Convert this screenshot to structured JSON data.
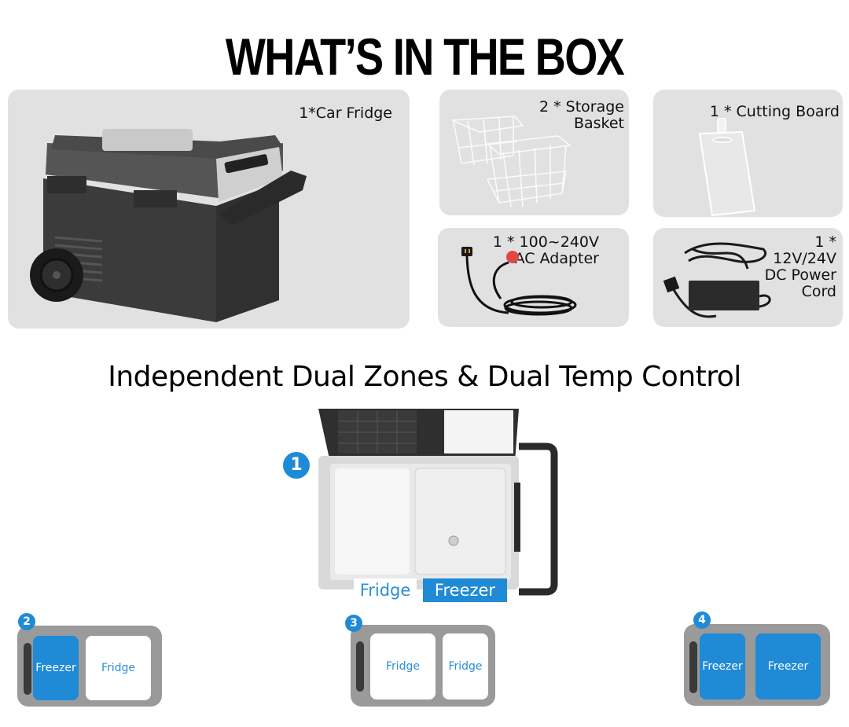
{
  "header": {
    "title": "WHAT’S IN THE BOX"
  },
  "box_items": [
    {
      "label": "1*Car Fridge",
      "icon": "car-fridge-image"
    },
    {
      "label_lines": [
        "2 * Storage",
        "Basket"
      ],
      "icon": "storage-basket-image"
    },
    {
      "label": "1 * Cutting Board",
      "icon": "cutting-board-image"
    },
    {
      "label_lines": [
        "1 * 100~240V",
        "AC Adapter"
      ],
      "icon": "ac-adapter-image"
    },
    {
      "label_lines": [
        "1 *",
        "12V/24V",
        "DC Power",
        "Cord"
      ],
      "icon": "dc-power-cord-image"
    }
  ],
  "section": {
    "title": "Independent Dual Zones & Dual Temp Control"
  },
  "hero": {
    "badge": "1",
    "left_zone": "Fridge",
    "right_zone": "Freezer"
  },
  "modes": [
    {
      "badge": "2",
      "zones": [
        "Freezer",
        "Fridge"
      ]
    },
    {
      "badge": "3",
      "zones": [
        "Fridge",
        "Fridge"
      ]
    },
    {
      "badge": "4",
      "zones": [
        "Freezer",
        "Freezer"
      ]
    }
  ],
  "colors": {
    "accent_blue": "#1f8ad6",
    "panel_gray": "#e1e1e1",
    "frame_gray": "#9a9a9a"
  }
}
